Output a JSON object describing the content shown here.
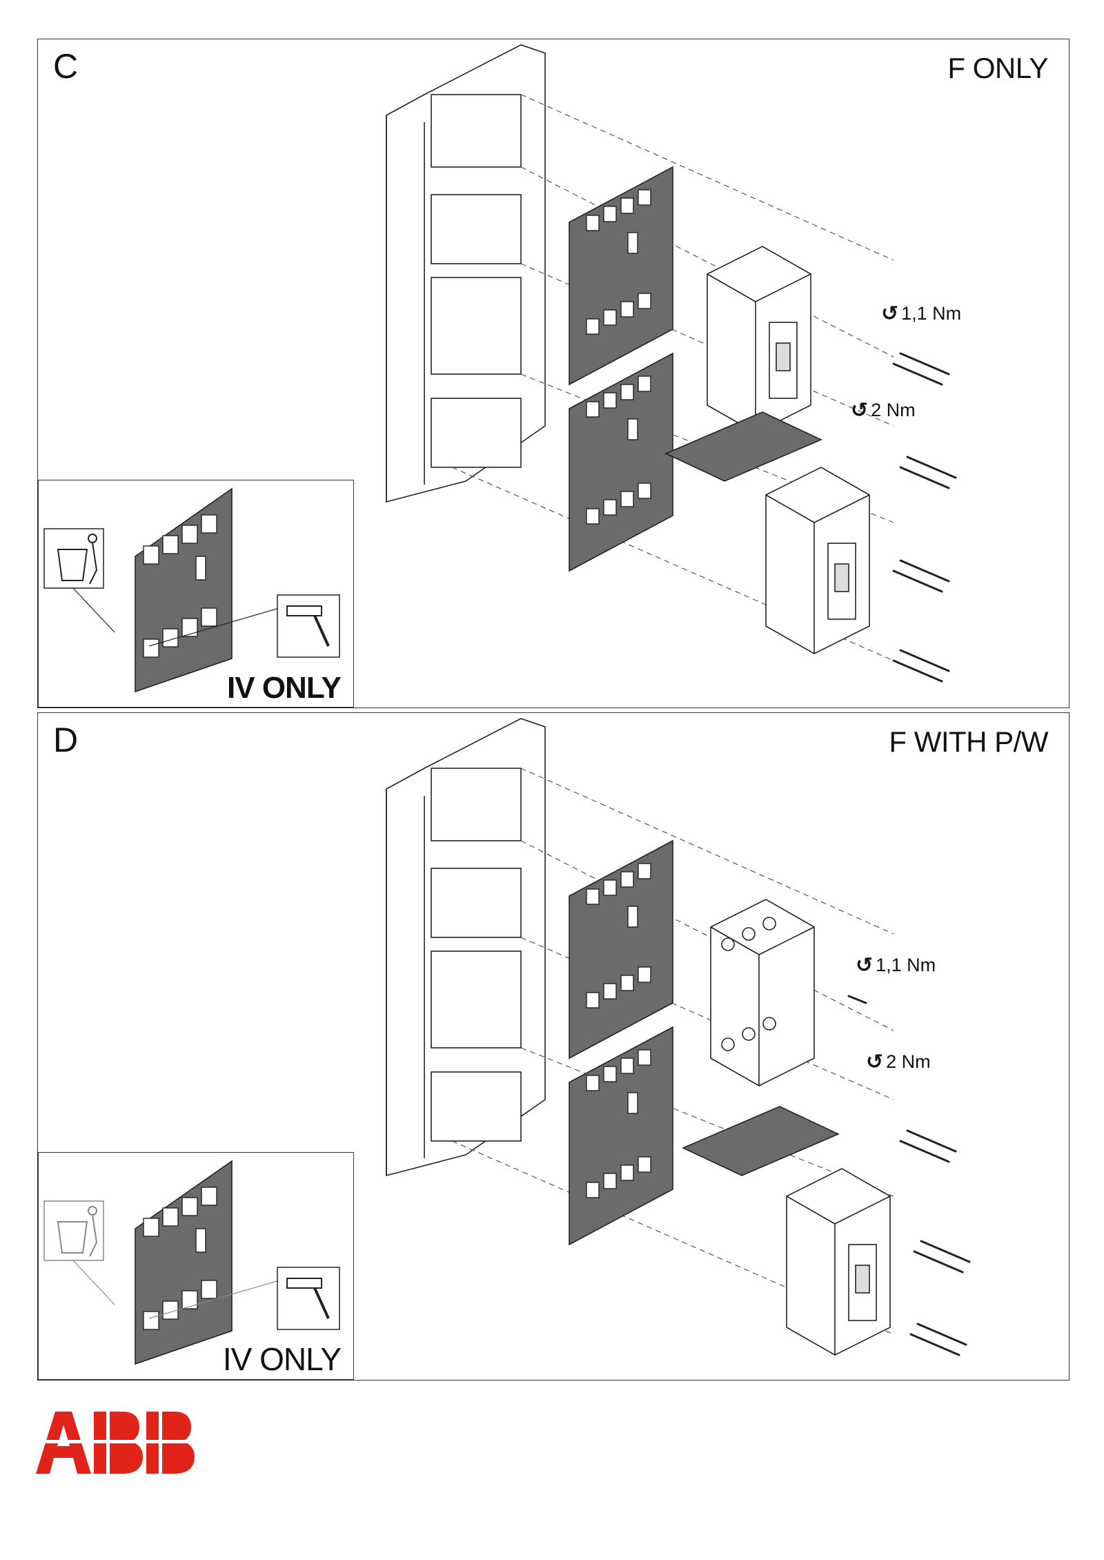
{
  "panels": [
    {
      "letter": "C",
      "variant": "F ONLY",
      "inset_label": "IV ONLY",
      "torque_a": "1,1 Nm",
      "torque_b": "2 Nm"
    },
    {
      "letter": "D",
      "variant": "F WITH P/W",
      "inset_label": "IV ONLY",
      "torque_a": "1,1 Nm",
      "torque_b": "2 Nm"
    }
  ],
  "icons": {
    "torque": "torque-wrench-icon",
    "discard": "trash-bin-icon",
    "hammer": "hammer-icon"
  },
  "logo": "ABB",
  "colors": {
    "plate": "#6b6b6b",
    "line": "#222222",
    "brand_red": "#e2231a"
  }
}
